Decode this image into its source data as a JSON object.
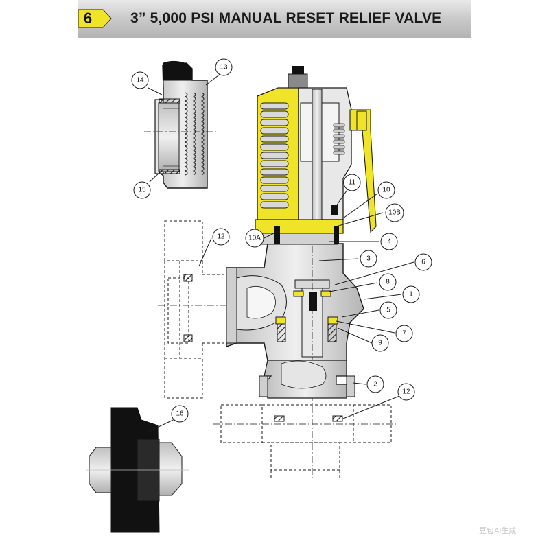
{
  "header": {
    "section_number": "6",
    "title": "3” 5,000 PSI MANUAL RESET RELIEF VALVE"
  },
  "colors": {
    "accent_yellow": "#f0e428",
    "header_gray": "#c8c8c8",
    "line": "#1a1a1a"
  },
  "callouts": {
    "c1": "1",
    "c2": "2",
    "c3": "3",
    "c4": "4",
    "c5": "5",
    "c6": "6",
    "c7": "7",
    "c8": "8",
    "c9": "9",
    "c10": "10",
    "c10a": "10A",
    "c10b": "10B",
    "c11": "11",
    "c12_top": "12",
    "c12_bottom": "12",
    "c13": "13",
    "c14": "14",
    "c15": "15",
    "c16": "16"
  },
  "watermark": "豆包AI生成"
}
